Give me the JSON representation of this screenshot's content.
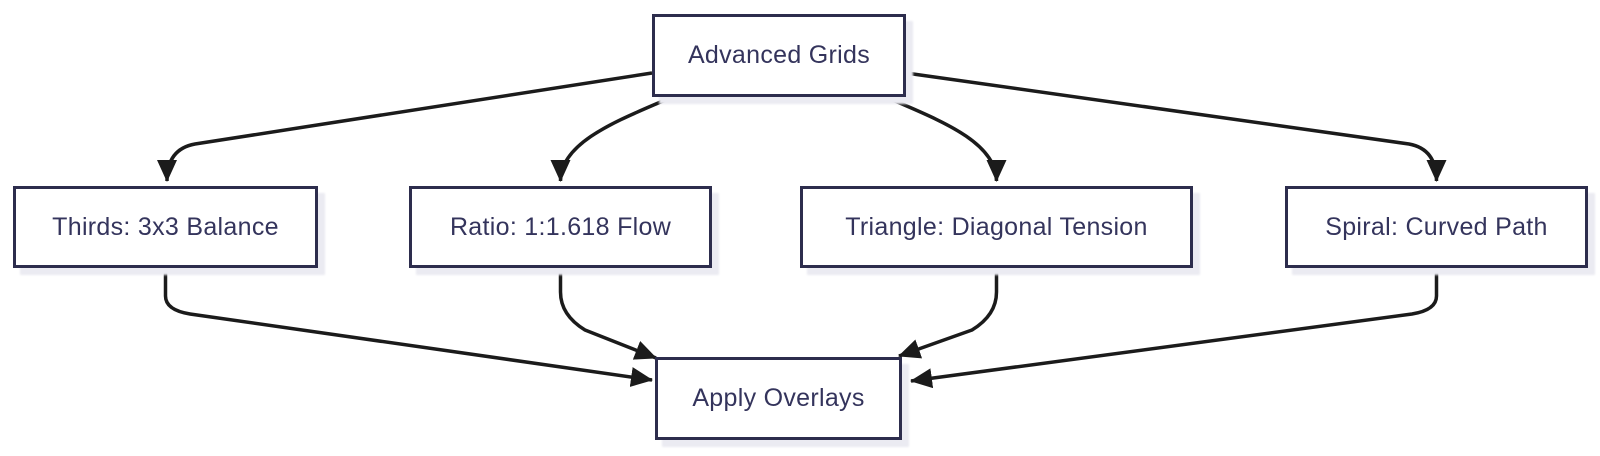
{
  "diagram": {
    "type": "flowchart",
    "direction": "top-down",
    "nodes": [
      {
        "id": "advanced-grids",
        "label": "Advanced Grids"
      },
      {
        "id": "thirds",
        "label": "Thirds: 3x3 Balance"
      },
      {
        "id": "ratio",
        "label": "Ratio: 1:1.618 Flow"
      },
      {
        "id": "triangle",
        "label": "Triangle: Diagonal Tension"
      },
      {
        "id": "spiral",
        "label": "Spiral: Curved Path"
      },
      {
        "id": "apply-overlays",
        "label": "Apply Overlays"
      }
    ],
    "edges": [
      {
        "from": "advanced-grids",
        "to": "thirds"
      },
      {
        "from": "advanced-grids",
        "to": "ratio"
      },
      {
        "from": "advanced-grids",
        "to": "triangle"
      },
      {
        "from": "advanced-grids",
        "to": "spiral"
      },
      {
        "from": "thirds",
        "to": "apply-overlays"
      },
      {
        "from": "ratio",
        "to": "apply-overlays"
      },
      {
        "from": "triangle",
        "to": "apply-overlays"
      },
      {
        "from": "spiral",
        "to": "apply-overlays"
      }
    ],
    "colors": {
      "background": "#ffffff",
      "node_fill": "#ffffff",
      "node_border": "#2d2d4d",
      "node_text": "#34345c",
      "edge_stroke": "#1b1b1b",
      "node_shadow": "#ebebf2"
    }
  }
}
